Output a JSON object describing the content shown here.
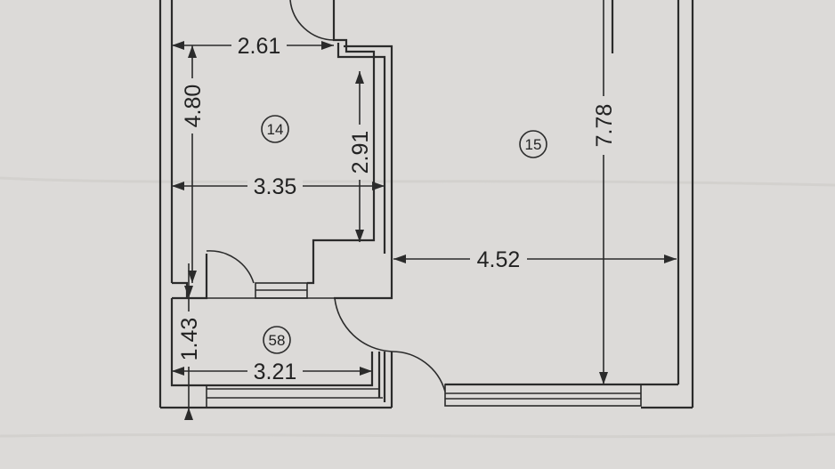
{
  "dimensions": {
    "d1": "2.61",
    "d2": "4.80",
    "d3": "3.35",
    "d4": "2.91",
    "d5": "7.78",
    "d6": "4.52",
    "d7": "1.43",
    "d8": "3.21"
  },
  "rooms": {
    "r14": "14",
    "r15": "15",
    "r58": "58"
  }
}
